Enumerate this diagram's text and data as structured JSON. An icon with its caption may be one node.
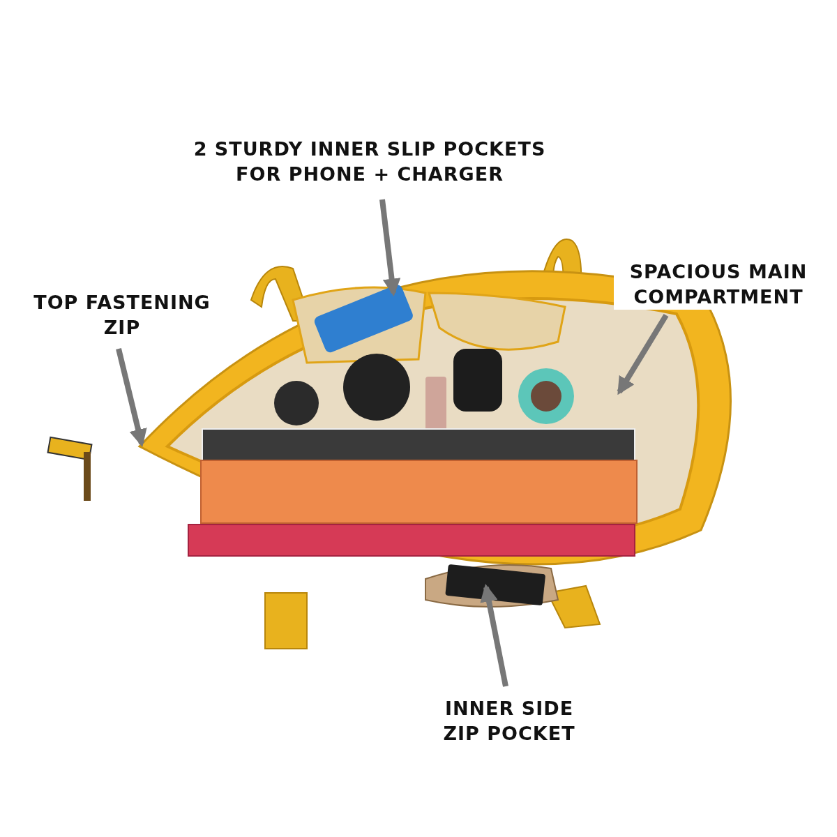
{
  "diagram": {
    "nodes": [
      {
        "text": [
          "2 STURDY INNER SLIP POCKETS FOR PHONE + CHARGER"
        ]
      },
      {
        "text": [
          "SPACIOUS MAIN COMPARTMENT"
        ]
      },
      {
        "text": [
          "TOP FASTENING ZIP"
        ]
      },
      {
        "text": [
          "INNER SIDE ZIP POCKET"
        ]
      }
    ],
    "edges": [
      {
        "from": 0,
        "to": null,
        "arrow": "to"
      },
      {
        "from": 1,
        "to": null,
        "arrow": "to"
      },
      {
        "from": 2,
        "to": null,
        "arrow": "to"
      },
      {
        "from": 3,
        "to": null,
        "arrow": "to"
      }
    ]
  }
}
